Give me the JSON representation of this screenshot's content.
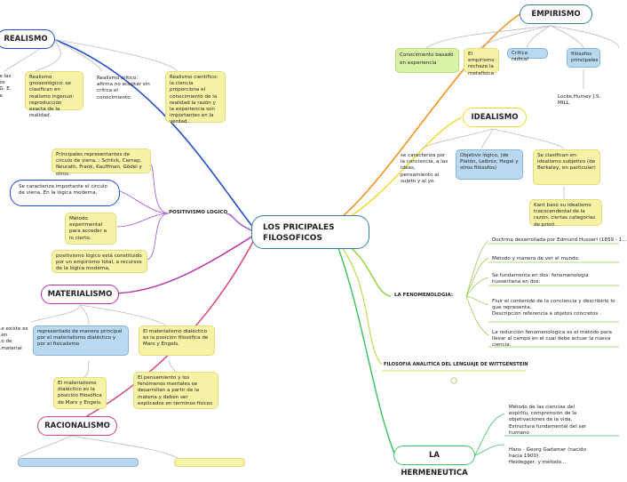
{
  "central": "LOS PRICIPALES FILOSOFICOS",
  "realismo": {
    "title": "REALISMO",
    "cut_note": "...e las\n...os\n...G. E.\n...e",
    "n1": "Realismo gnoseológico: se clasifican en realismo ingenuo: reproducción exacta de la realidad.",
    "n2": "Realismo crítico: afirma no aceptar sin crítica el conocimiento.",
    "n3": "Realismo científico: la ciencia proporciona el conocimiento de la realidad la razón y la experiencia son importantes en la verdad."
  },
  "positivismo": {
    "title": "POSITIVISMO LOGICO",
    "n1": "Principales representantes de circulo de viena, : Schlick, Carnap, Neurath, Frank, Kauffman, Gödel y otros.",
    "n2": "Se caracteriza importante el circulo de viena, En la lógica moderna,",
    "n3": "Método experimental para acceder a lo cierto.",
    "n4": "positivismo lógico está constituido por un empirismo total, a recursos de la lógica moderna,"
  },
  "materialismo": {
    "title": "MATERIALISMO",
    "cut_note": "...e existe es\n...en\n...o de\n...material",
    "n1": "representado de manera principal por el materialismo dialéctico y por el fisicalismo",
    "n2": "El materialismo dialéctico es la posición filosófica de Marx y Engels.",
    "n3": "El materialismo dialéctico es la posición filosófica de Marx y Engels.",
    "n4": "El pensamiento y los fenómenos mentales se desarrollan a partir de la materia y deben ser explicados en términos físicos"
  },
  "racionalismo": {
    "title": "RACIONALISMO"
  },
  "empirismo": {
    "title": "EMPIRISMO",
    "n1": "Conocimiento basado en experiencia",
    "n2": "El empirismo rechaza la metafísica",
    "n3": "Crítica radical",
    "n4": "filósofos principales",
    "n5": "Locke,Humey J.S. MILL."
  },
  "idealismo": {
    "title": "IDEALISMO",
    "n1": "se caracteriza por la conciencia, a las ideas, pensamiento al sujeto y al yo.",
    "n2": "Objetivo lógico, (de Platón, Leibniz, Hegel y otros filósofos)",
    "n3": "Se clasifican en: idealismo subjetivo (de Berkeley, en particular)",
    "n4": "Kant basó su idealismo transcendental de la razón, ciertas categorías de priori."
  },
  "fenomenologia": {
    "title": "LA FENOMENOLOGIA:",
    "n1": "Doctrina desarrollada por Edmund Husserl (1859 - 1...",
    "n2": "Método y manera de ver el mundo.",
    "n3": "Se fundamenta en dos: fenomenología husserliana en dos:",
    "n4": "Fluir el contenido de la conciencia y describirlo lo que representa.\nDescripción referencia a objetos concretos .",
    "n5": "La reducción fenomenológica es el método para llevar al campo en el cual debe actuar la nueva ciencia."
  },
  "analitica": {
    "title": "FILOSOFIA ANALITICA DEL LENGUAJE DE WITTGENSTEIN"
  },
  "hermeneutica": {
    "title": "LA HERMENEUTICA",
    "n1": "Método de las ciencias del espíritu, comprensión de la objetivaciones de la vida, Estructura fundamental del ser humano",
    "n2": "Hans - Georg Gadamer (nacido hacia 1900).\nHeidegger, y método..."
  }
}
